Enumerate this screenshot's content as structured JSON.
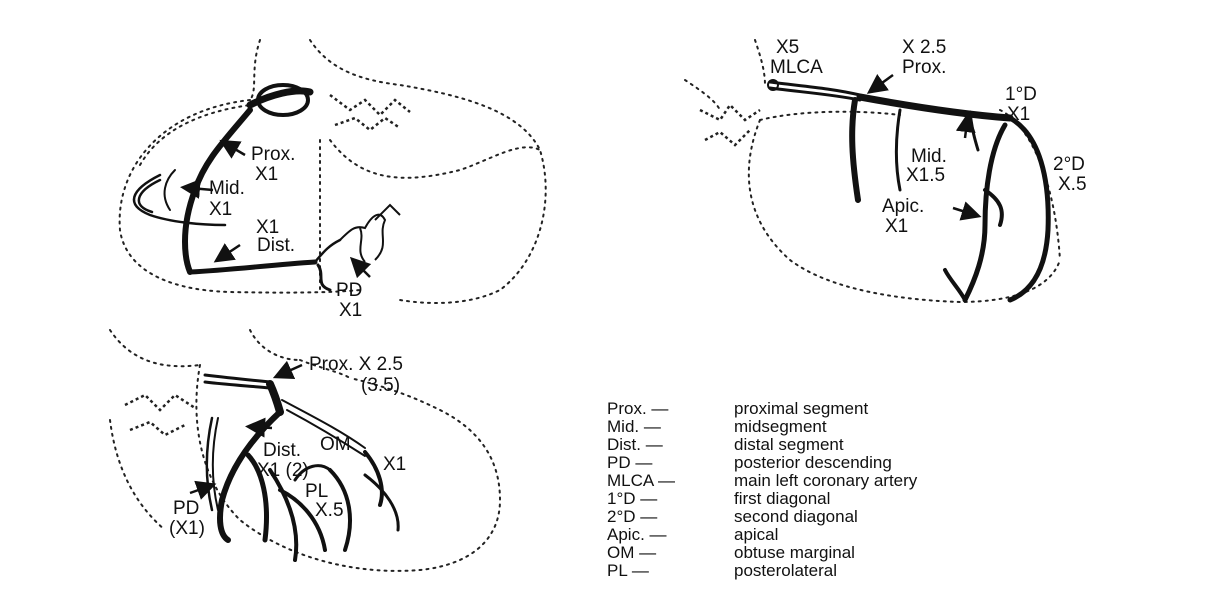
{
  "diagrams": {
    "right_coronary": {
      "prox": "Prox.",
      "prox_factor": "X1",
      "mid": "Mid.",
      "mid_factor": "X1",
      "dist_factor": "X1",
      "dist": "Dist.",
      "pd": "PD",
      "pd_factor": "X1"
    },
    "left_anterior": {
      "mlca_factor": "X5",
      "mlca": "MLCA",
      "prox_factor": "X 2.5",
      "prox": "Prox.",
      "d1": "1°D",
      "d1_factor": "X1",
      "mid": "Mid.",
      "mid_factor": "X1.5",
      "d2": "2°D",
      "d2_factor": "X.5",
      "apic": "Apic.",
      "apic_factor": "X1"
    },
    "circumflex": {
      "prox": "Prox. X 2.5",
      "prox_alt": "(3.5)",
      "dist": "Dist.",
      "dist_factor": "X1 (2)",
      "om": "OM",
      "om_factor": "X1",
      "pl": "PL",
      "pl_factor": "X.5",
      "pd": "PD",
      "pd_factor": "(X1)"
    }
  },
  "legend": [
    {
      "abbr": "Prox. —",
      "definition": "proximal segment"
    },
    {
      "abbr": "Mid. —",
      "definition": "midsegment"
    },
    {
      "abbr": "Dist. —",
      "definition": "distal segment"
    },
    {
      "abbr": "PD —",
      "definition": "posterior descending"
    },
    {
      "abbr": "MLCA —",
      "definition": "main left coronary artery"
    },
    {
      "abbr": "1°D —",
      "definition": "first diagonal"
    },
    {
      "abbr": "2°D —",
      "definition": "second diagonal"
    },
    {
      "abbr": "Apic. —",
      "definition": "apical"
    },
    {
      "abbr": "OM —",
      "definition": "obtuse marginal"
    },
    {
      "abbr": "PL —",
      "definition": "posterolateral"
    }
  ]
}
